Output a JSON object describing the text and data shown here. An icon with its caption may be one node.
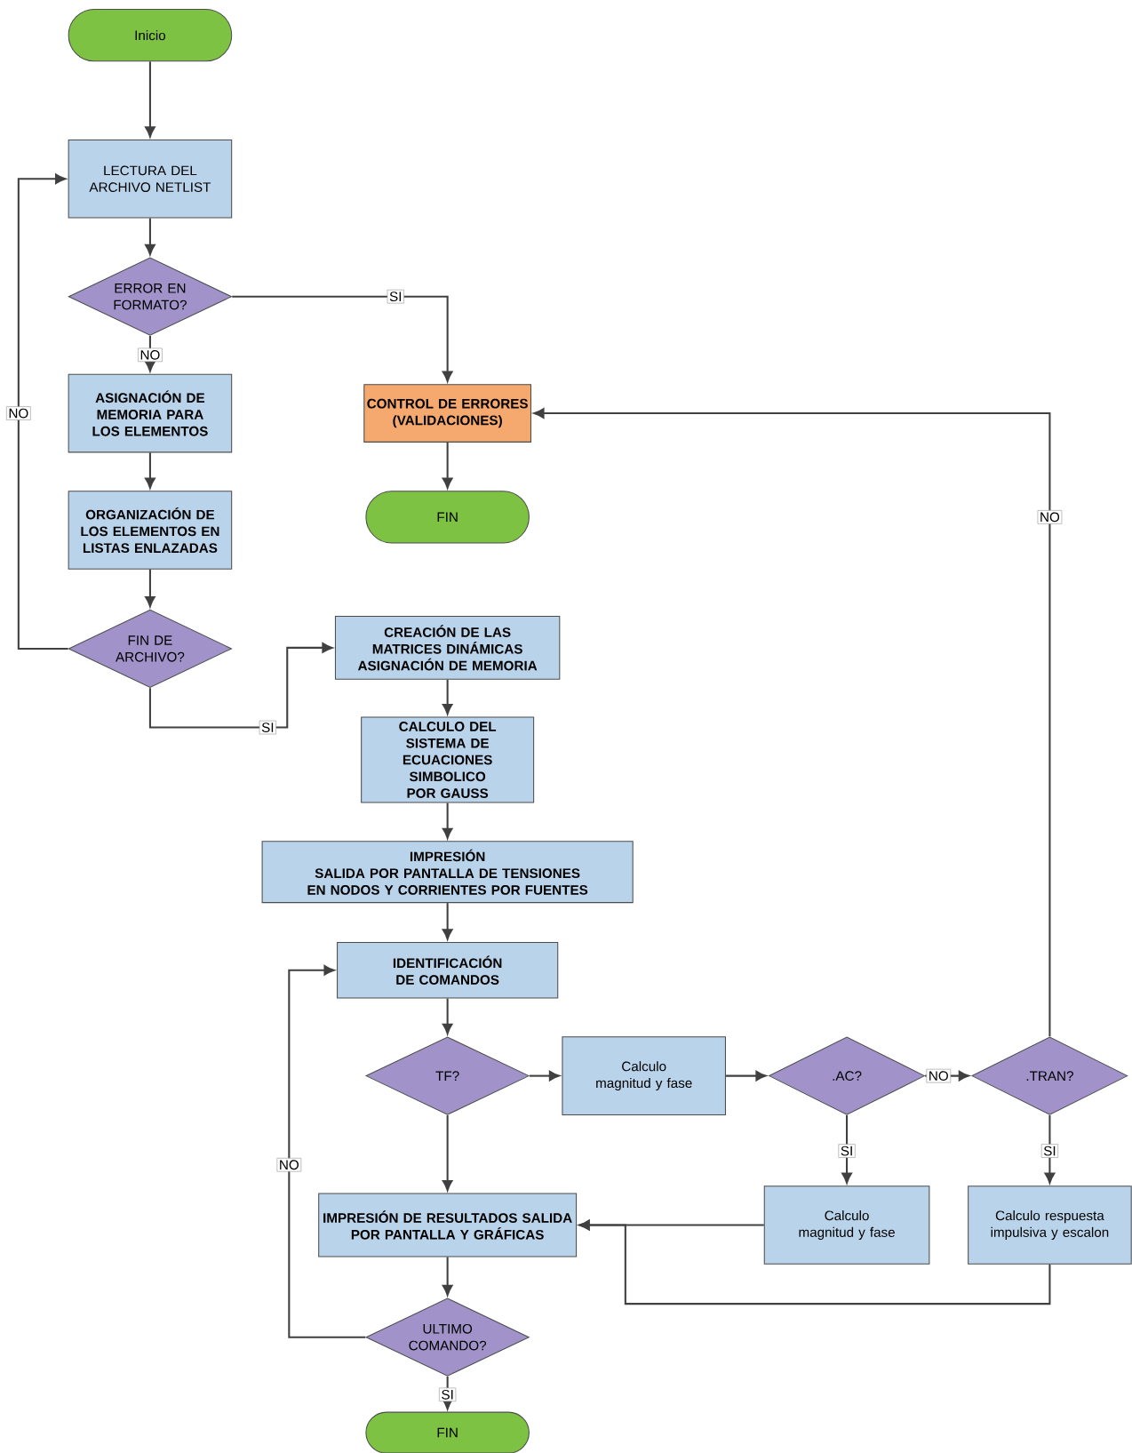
{
  "diagram": {
    "nodes": [
      {
        "text": [
          "Inicio"
        ]
      },
      {
        "text": [
          "LECTURA DEL ARCHIVO NETLIST"
        ]
      },
      {
        "text": [
          "ERROR EN FORMATO?"
        ]
      },
      {
        "text": [
          "ASIGNACIÓN DE MEMORIA PARA LOS ELEMENTOS"
        ]
      },
      {
        "text": [
          "CONTROL DE ERRORES",
          "(VALIDACIONES)"
        ]
      },
      {
        "text": [
          "FIN"
        ]
      },
      {
        "text": [
          "ORGANIZACIÓN DE LOS ELEMENTOS EN LISTAS ENLAZADAS"
        ]
      },
      {
        "text": [
          "FIN DE ARCHIVO?"
        ]
      },
      {
        "text": [
          "CREACIÓN DE LAS MATRICES DINÁMICAS ASIGNACIÓN DE MEMORIA"
        ]
      },
      {
        "text": [
          "CALCULO DEL SISTEMA DE ECUACIONES SIMBOLICO POR GAUSS"
        ]
      },
      {
        "text": [
          "IMPRESIÓN",
          "SALIDA POR PANTALLA DE TENSIONES EN NODOS Y CORRIENTES POR FUENTES"
        ]
      },
      {
        "text": [
          "IDENTIFICACIÓN DE COMANDOS"
        ]
      },
      {
        "text": [
          "TF?"
        ]
      },
      {
        "text": [
          "Calculo magnitud y fase"
        ]
      },
      {
        "text": [
          ".AC?"
        ]
      },
      {
        "text": [
          ".TRAN?"
        ]
      },
      {
        "text": [
          "IMPRESIÓN DE RESULTADOS SALIDA POR PANTALLA Y GRÁFICAS"
        ]
      },
      {
        "text": [
          "Calculo magnitud y fase"
        ]
      },
      {
        "text": [
          "Calculo respuesta impulsiva y escalon"
        ]
      },
      {
        "text": [
          "ULTIMO COMANDO?"
        ]
      },
      {
        "text": [
          "FIN"
        ]
      }
    ],
    "edges": [
      {
        "from": 0,
        "to": 1,
        "arrow": "to"
      },
      {
        "from": 1,
        "to": 2,
        "arrow": "to"
      },
      {
        "from": 2,
        "to": 4,
        "arrow": "to",
        "label": "SI"
      },
      {
        "from": 2,
        "to": 3,
        "arrow": "to",
        "label": "NO"
      },
      {
        "from": 3,
        "to": 6,
        "arrow": "to"
      },
      {
        "from": 6,
        "to": 7,
        "arrow": "to"
      },
      {
        "from": 7,
        "to": 1,
        "arrow": "to",
        "label": "NO"
      },
      {
        "from": 7,
        "to": 8,
        "arrow": "to",
        "label": "SI"
      },
      {
        "from": 4,
        "to": 5,
        "arrow": "to"
      },
      {
        "from": 8,
        "to": 9,
        "arrow": "to"
      },
      {
        "from": 9,
        "to": 10,
        "arrow": "to"
      },
      {
        "from": 10,
        "to": 11,
        "arrow": "to"
      },
      {
        "from": 11,
        "to": 12,
        "arrow": "to"
      },
      {
        "from": 12,
        "to": 13,
        "arrow": "to"
      },
      {
        "from": 12,
        "to": 16,
        "arrow": "to"
      },
      {
        "from": 13,
        "to": 14,
        "arrow": "to"
      },
      {
        "from": 14,
        "to": 15,
        "arrow": "to",
        "label": "NO"
      },
      {
        "from": 14,
        "to": 17,
        "arrow": "to",
        "label": "SI"
      },
      {
        "from": 15,
        "to": 18,
        "arrow": "to",
        "label": "SI"
      },
      {
        "from": 15,
        "to": 4,
        "arrow": "to",
        "label": "NO"
      },
      {
        "from": 17,
        "to": 16,
        "arrow": "to"
      },
      {
        "from": 18,
        "to": 16,
        "arrow": "to"
      },
      {
        "from": 16,
        "to": 19,
        "arrow": "to"
      },
      {
        "from": 19,
        "to": 11,
        "arrow": "to",
        "label": "NO"
      },
      {
        "from": 19,
        "to": 20,
        "arrow": "to",
        "label": "SI"
      }
    ]
  }
}
